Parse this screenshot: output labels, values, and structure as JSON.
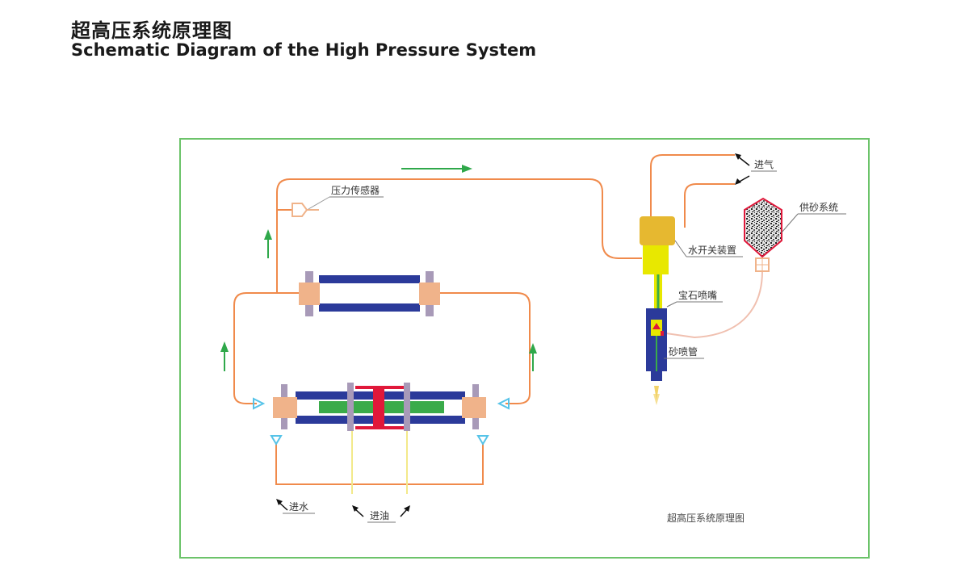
{
  "header": {
    "title_cn": "超高压系统原理图",
    "title_en": "Schematic Diagram of the High Pressure System"
  },
  "labels": {
    "pressure_sensor": "压力传感器",
    "air_inlet": "进气",
    "sand_supply": "供砂系统",
    "water_switch": "水开关装置",
    "jewel_nozzle": "宝石喷嘴",
    "sand_tube": "砂喷管",
    "water_inlet": "进水",
    "oil_inlet": "进油"
  },
  "caption": "超高压系统原理图",
  "colors": {
    "frame": "#6cc36a",
    "pipe": "#f08a4b",
    "cylinder": "#2b3a9a",
    "piston": "#3aab4a",
    "crosshead": "#e0183a",
    "flange": "#f0b38a",
    "clamp": "#a89ab8",
    "valve": "#56c3e8",
    "switch": "#e6b830",
    "nozzle_yellow": "#e8e800",
    "arrow_green": "#2fa84a",
    "oil_line": "#f3e98a"
  }
}
